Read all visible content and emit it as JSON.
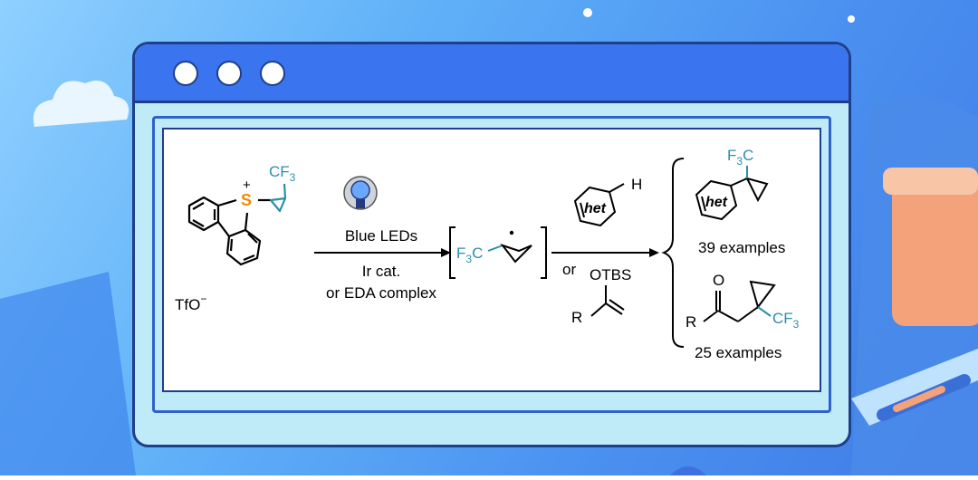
{
  "window": {
    "controls": [
      "close-dot",
      "minimize-dot",
      "maximize-dot"
    ]
  },
  "scheme": {
    "reagent": {
      "counterion": "TfO",
      "counterion_charge": "−",
      "sulfur": "S",
      "sulfur_charge": "+",
      "substituent": "CF",
      "substituent_sub": "3"
    },
    "conditions": {
      "icon": "lightbulb-icon",
      "line1": "Blue LEDs",
      "line2": "Ir cat.",
      "line3": "or EDA complex"
    },
    "intermediate": {
      "label_main": "F",
      "label_sub": "3",
      "label_end": "C"
    },
    "partners": {
      "het_label": "het",
      "h_label": "H",
      "or_label": "or",
      "otbs_label": "OTBS",
      "r_label": "R"
    },
    "products": [
      {
        "het_label": "het",
        "label_main": "F",
        "label_sub": "3",
        "label_end": "C",
        "count": "39 examples"
      },
      {
        "o_label": "O",
        "r_label": "R",
        "label_main": "CF",
        "label_sub": "3",
        "count": "25 examples"
      }
    ]
  },
  "colors": {
    "teal": "#2b8fa8",
    "orange": "#f08a00",
    "frame": "#1f3f8a"
  }
}
